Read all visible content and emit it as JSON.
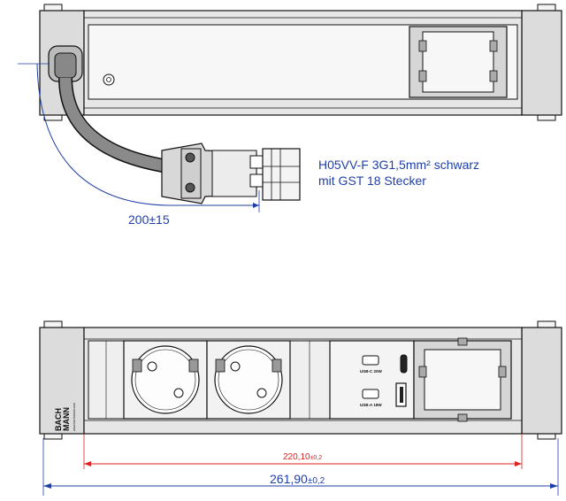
{
  "cable_label": {
    "line1": "H05VV-F 3G1,5mm² schwarz",
    "line2": "mit GST 18 Stecker"
  },
  "dimensions": {
    "cable_length": "200±15",
    "inner_width_value": "220,10",
    "inner_width_tol": "±0,2",
    "overall_width_value": "261,90",
    "overall_width_tol": "±0,2"
  },
  "brand": {
    "line1": "BACH",
    "line2": "MANN",
    "url": "www.bachmann.com"
  },
  "usb_modules": {
    "usb_c": "USB-C 20W",
    "usb_a": "USB-A 18W"
  },
  "colors": {
    "dimension_line": "#1f3fa8",
    "inner_dimension": "#d22222",
    "outline": "#111111",
    "housing_fill": "#dcdcdc"
  }
}
